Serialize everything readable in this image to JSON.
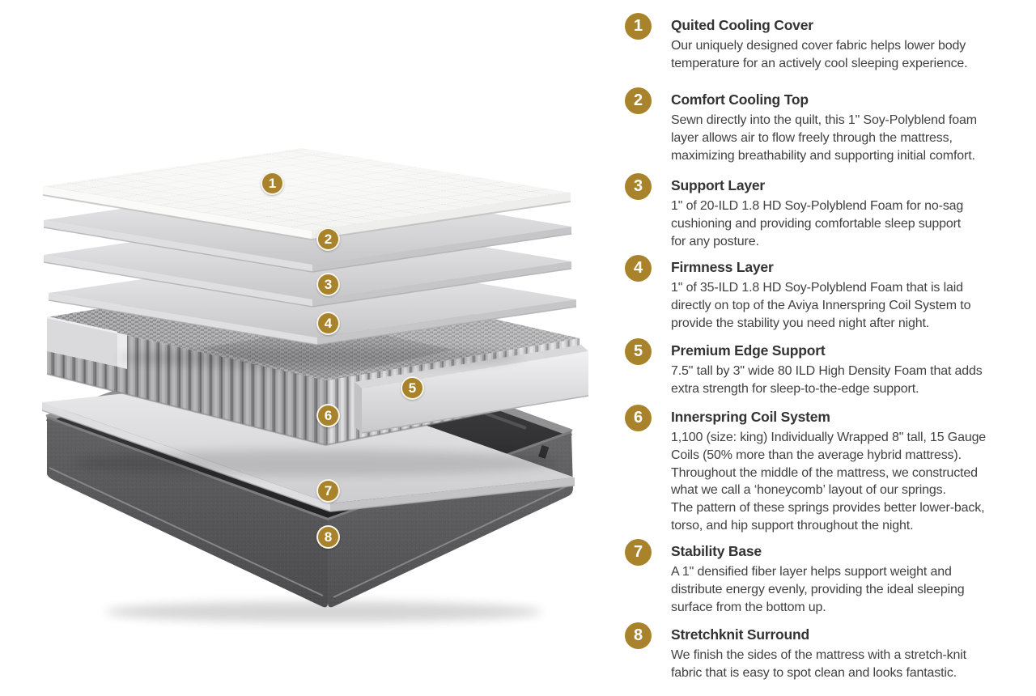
{
  "colors": {
    "badge_gold": "#a9832b",
    "heading_text": "#333333",
    "body_text": "#414141",
    "base_fabric": "#5d5d5f",
    "foam_light": "#e8e8ea",
    "coil_gray": "#9a9a9c",
    "background": "#ffffff"
  },
  "diagram": {
    "description_name": "mattress-exploded-layers",
    "badges": [
      {
        "number": "1"
      },
      {
        "number": "2"
      },
      {
        "number": "3"
      },
      {
        "number": "4"
      },
      {
        "number": "5"
      },
      {
        "number": "6"
      },
      {
        "number": "7"
      },
      {
        "number": "8"
      }
    ]
  },
  "legend": {
    "items": [
      {
        "number": "1",
        "title": "Quited Cooling Cover",
        "description": "Our uniquely designed cover fabric helps lower body\ntemperature for an actively cool sleeping experience."
      },
      {
        "number": "2",
        "title": "Comfort Cooling Top",
        "description": "Sewn directly into the quilt, this 1\" Soy-Polyblend foam\nlayer allows air to flow freely through the mattress,\nmaximizing breathability and supporting initial comfort."
      },
      {
        "number": "3",
        "title": "Support Layer",
        "description": "1\" of 20-ILD 1.8 HD Soy-Polyblend Foam for no-sag\ncushioning and providing comfortable sleep support\nfor any posture."
      },
      {
        "number": "4",
        "title": "Firmness Layer",
        "description": "1\" of 35-ILD 1.8 HD Soy-Polyblend Foam that is laid\ndirectly on top of the Aviya Innerspring Coil System to\nprovide the stability you need night after night."
      },
      {
        "number": "5",
        "title": "Premium Edge Support",
        "description": "7.5\" tall by 3\" wide 80 ILD High Density Foam that adds\nextra strength for sleep-to-the-edge support."
      },
      {
        "number": "6",
        "title": "Innerspring Coil System",
        "description": "1,100 (size: king) Individually Wrapped 8\" tall, 15 Gauge\nCoils (50% more than the average hybrid mattress).\nThroughout the middle of the mattress, we constructed\nwhat we call a ‘honeycomb’ layout of our springs.\nThe pattern of these springs provides better lower-back,\ntorso, and hip support throughout the night."
      },
      {
        "number": "7",
        "title": "Stability Base",
        "description": "A 1\" densified fiber layer helps support weight and\ndistribute energy evenly, providing the ideal sleeping\nsurface from the bottom up."
      },
      {
        "number": "8",
        "title": "Stretchknit Surround",
        "description": "We finish the sides of the mattress with a stretch-knit\nfabric that is easy to spot clean and looks fantastic."
      }
    ]
  }
}
